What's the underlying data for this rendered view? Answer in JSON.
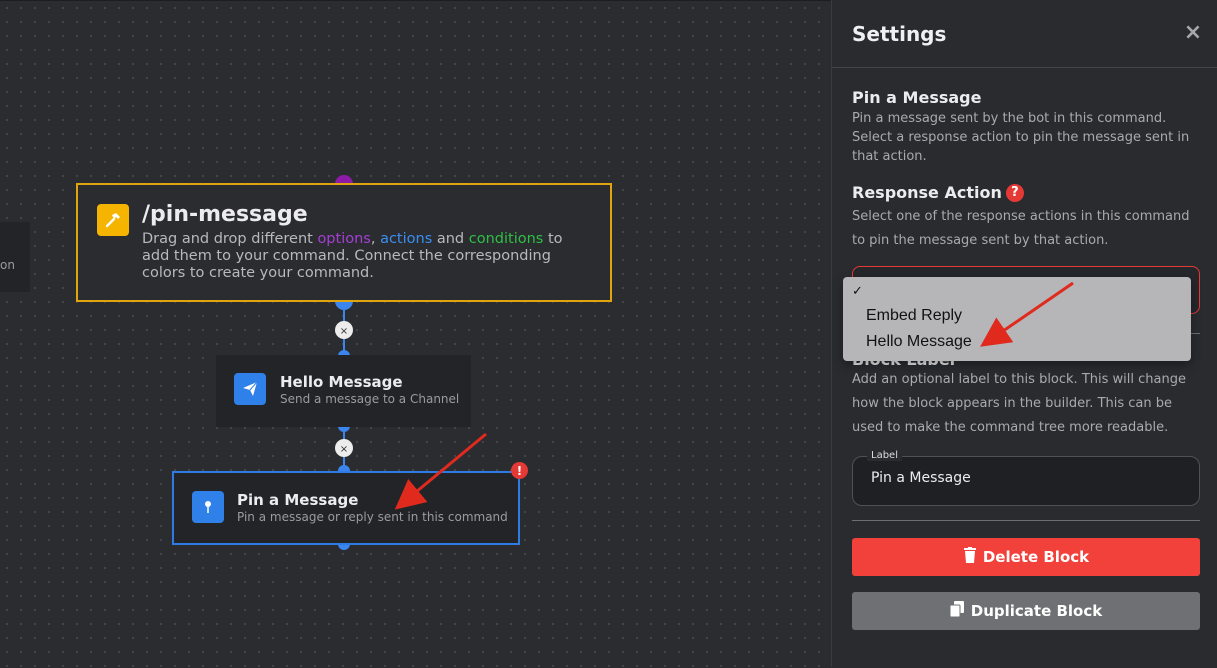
{
  "canvas": {
    "left_stub_text": "on",
    "root_block": {
      "title": "/pin-message",
      "desc_pre": "Drag and drop different ",
      "desc_options": "options",
      "desc_sep1": ", ",
      "desc_actions": "actions",
      "desc_and": " and ",
      "desc_conditions": "conditions",
      "desc_post": " to add them to your command. Connect the corresponding colors to create your command.",
      "icon": "hammer-icon"
    },
    "blocks": [
      {
        "title": "Hello Message",
        "subtitle": "Send a message to a Channel",
        "icon": "send-icon"
      },
      {
        "title": "Pin a Message",
        "subtitle": "Pin a message or reply sent in this command",
        "icon": "pin-icon"
      }
    ],
    "connector_remove_glyph": "×",
    "warning_badge": "!"
  },
  "settings": {
    "title": "Settings",
    "close_glyph": "×",
    "block_title": "Pin a Message",
    "block_desc": "Pin a message sent by the bot in this command. Select a response action to pin the message sent in that action.",
    "response_action": {
      "heading": "Response Action",
      "help_glyph": "?",
      "desc": "Select one of the response actions in this command to pin the message sent by that action.",
      "selected_value": "",
      "options": [
        "Embed Reply",
        "Hello Message"
      ],
      "checkmark": "✓"
    },
    "block_label": {
      "heading": "Block Label",
      "desc": "Add an optional label to this block. This will change how the block appears in the builder. This can be used to make the command tree more readable.",
      "field_legend": "Label",
      "field_value": "Pin a Message"
    },
    "delete_label": "Delete Block",
    "duplicate_label": "Duplicate Block"
  },
  "colors": {
    "root_border": "#e0a40e",
    "root_icon": "#f5b400",
    "block_blue": "#2f80e8",
    "delete_red": "#f2413b",
    "annotation_arrow": "#e02a1e",
    "options_purple": "#a43ed4",
    "actions_blue": "#3b8ef0",
    "conditions_green": "#2fbf46"
  }
}
